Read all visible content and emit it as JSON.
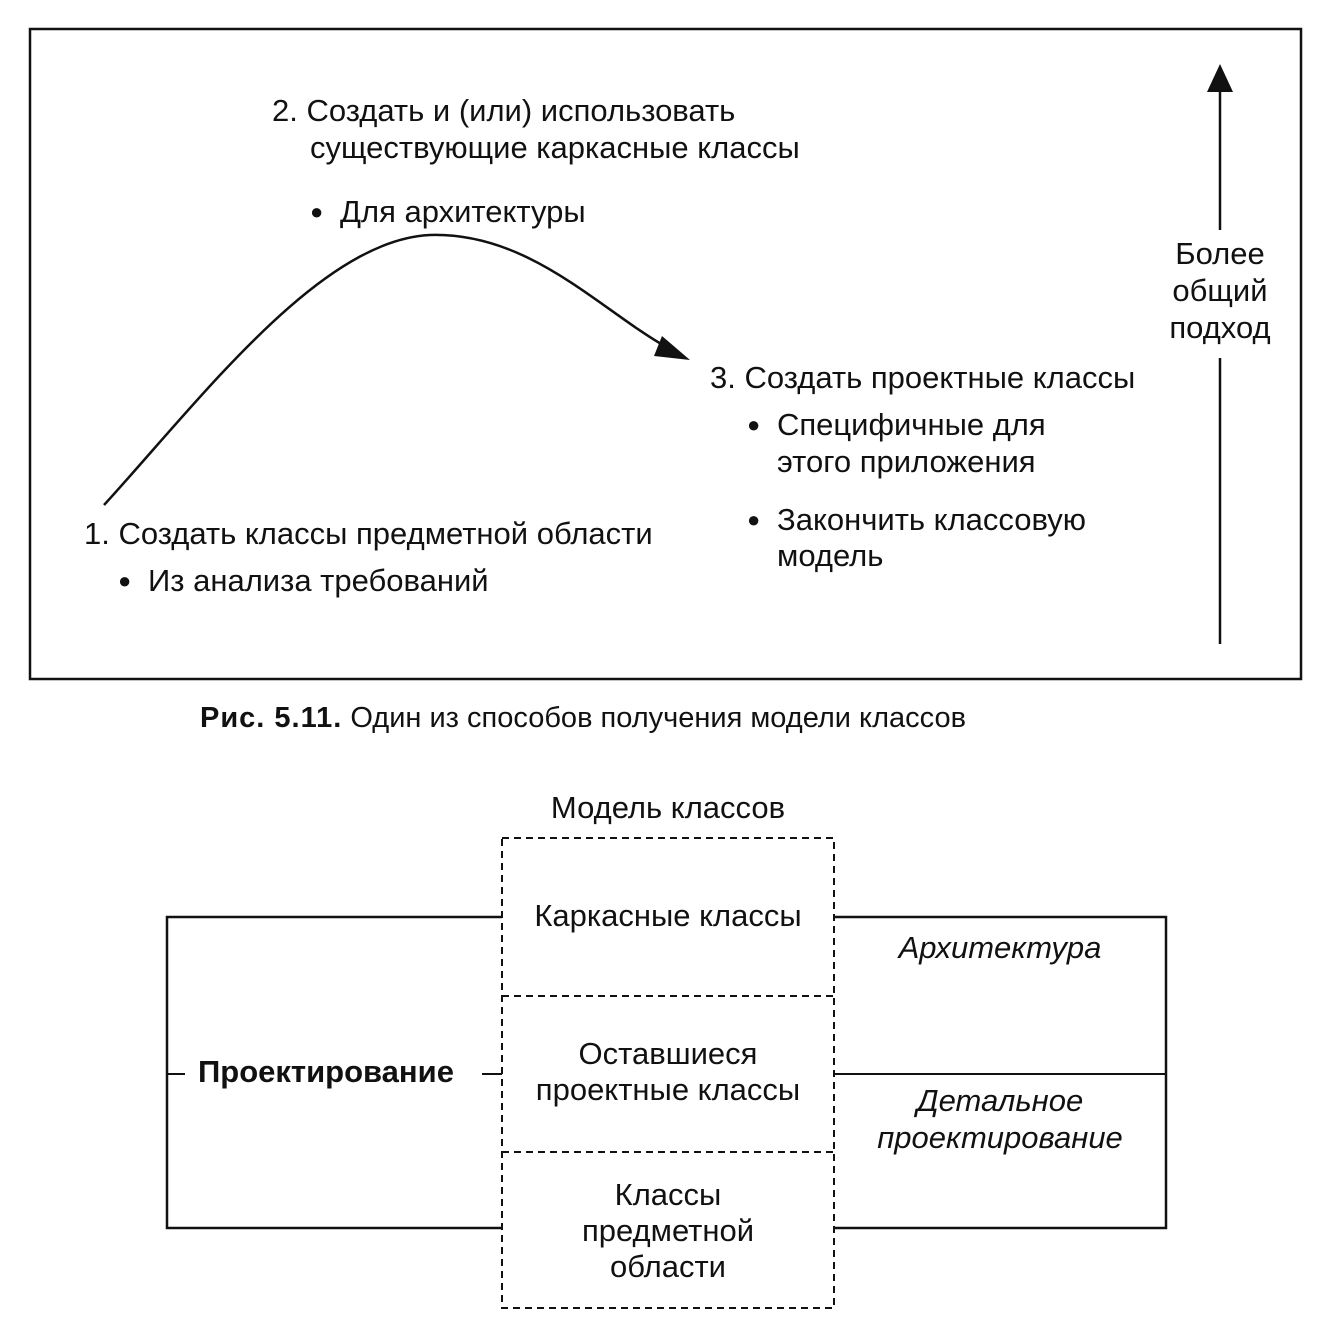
{
  "figure1": {
    "step2_line1": "2. Создать и (или) использовать",
    "step2_line2": "существующие каркасные классы",
    "step2_bullet": "Для архитектуры",
    "step3_title": "3. Создать проектные классы",
    "step3_bullet1_line1": "Специфичные для",
    "step3_bullet1_line2": "этого приложения",
    "step3_bullet2_line1": "Закончить классовую",
    "step3_bullet2_line2": "модель",
    "step1_title": "1. Создать классы предметной области",
    "step1_bullet": "Из анализа требований",
    "axis_line1": "Более",
    "axis_line2": "общий",
    "axis_line3": "подход",
    "caption_label": "Рис. 5.11.",
    "caption_text": "Один из способов получения модели классов"
  },
  "figure2": {
    "model_title": "Модель классов",
    "frame_classes": "Каркасные классы",
    "remaining_line1": "Оставшиеся",
    "remaining_line2": "проектные классы",
    "domain_line1": "Классы",
    "domain_line2": "предметной",
    "domain_line3": "области",
    "design_label": "Проектирование",
    "architecture": "Архитектура",
    "detailed_line1": "Детальное",
    "detailed_line2": "проектирование"
  }
}
